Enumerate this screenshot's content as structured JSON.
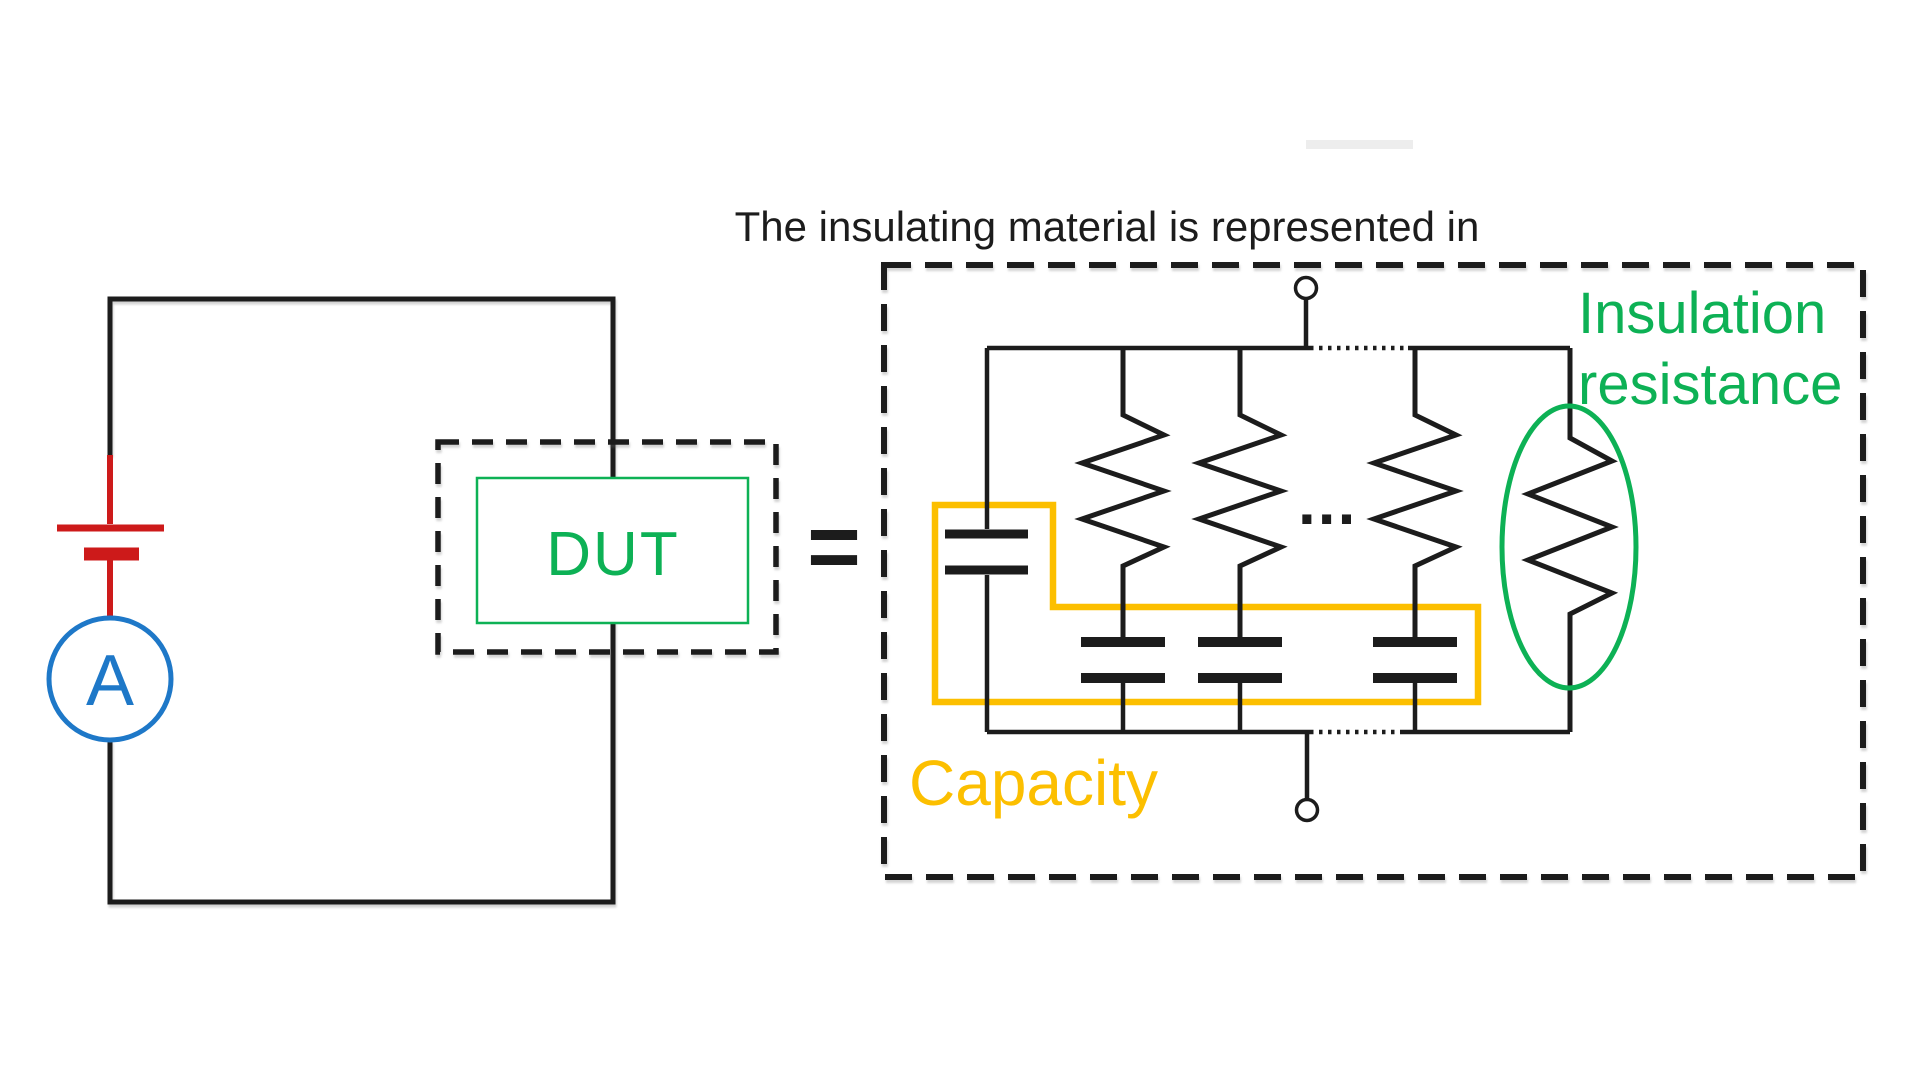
{
  "title": "The insulating material is represented in",
  "equals_sign": "=",
  "colors": {
    "ink": "#1c1c1c",
    "red": "#cd1a1a",
    "blue": "#1e78c8",
    "green": "#0db155",
    "yellow": "#fcbf00",
    "paper": "#ffffff",
    "ghost": "#ededed"
  },
  "left_circuit": {
    "ammeter_label": "A",
    "dut_label": "DUT"
  },
  "equivalent_circuit": {
    "insulation_label_line1": "Insulation",
    "insulation_label_line2": "resistance",
    "capacity_label": "Capacity",
    "ellipsis": "..."
  }
}
